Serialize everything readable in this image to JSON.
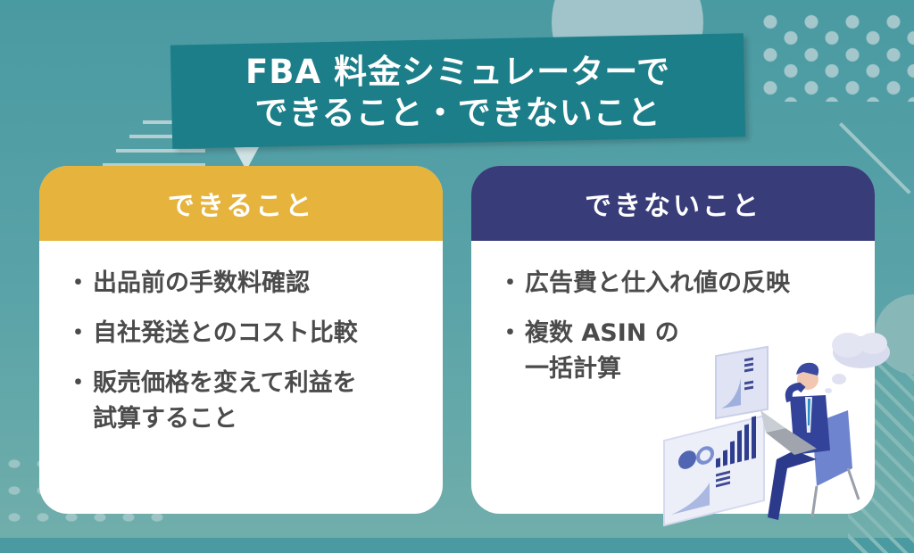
{
  "title": {
    "line1": "FBA 料金シミュレーターで",
    "line2": "できること・できないこと"
  },
  "can_card": {
    "heading": "できること",
    "color": "#e6b33c",
    "items": [
      "出品前の手数料確認",
      "自社発送とのコスト比較",
      "販売価格を変えて利益を\n試算すること"
    ]
  },
  "cannot_card": {
    "heading": "できないこと",
    "color": "#383c79",
    "items": [
      "広告費と仕入れ値の反映",
      "複数 ASIN の\n一括計算"
    ]
  },
  "bullet": "・",
  "illustration": {
    "icon": "businessman-with-laptop-and-charts-illustration"
  },
  "colors": {
    "background": "#5aa3a8",
    "banner": "#1b7e88",
    "text": "#4b4b4b"
  }
}
